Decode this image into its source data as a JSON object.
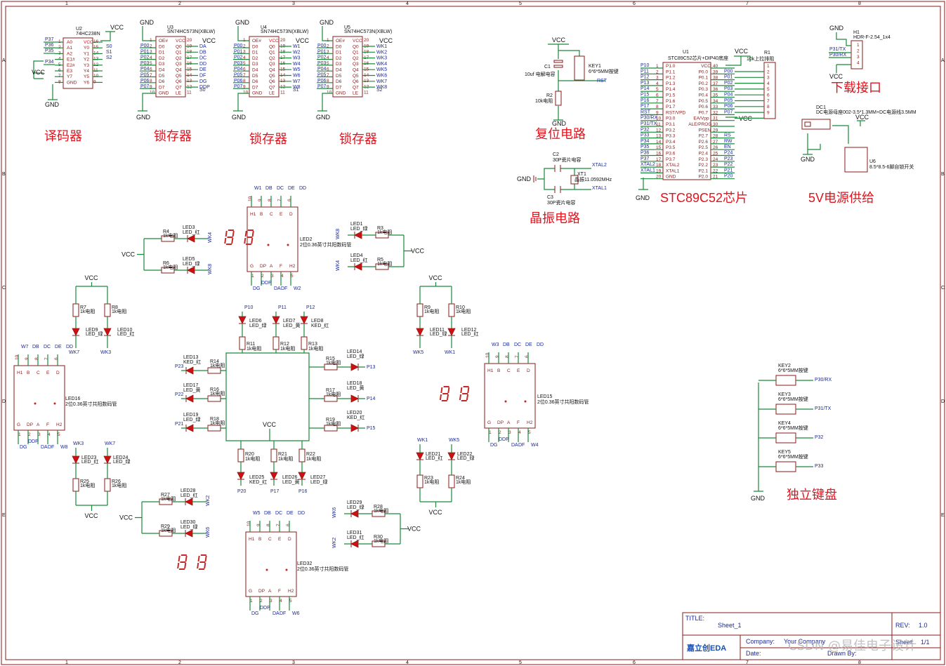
{
  "frame": {
    "cols": [
      "1",
      "2",
      "3",
      "4",
      "5",
      "6",
      "7",
      "8"
    ],
    "rows": [
      "A",
      "B",
      "C",
      "D",
      "E"
    ]
  },
  "section_titles": {
    "decoder": "译码器",
    "latch1": "锁存器",
    "latch2": "锁存器",
    "latch3": "锁存器",
    "reset": "复位电路",
    "crystal": "晶振电路",
    "mcu": "STC89C52芯片",
    "download": "下载接口",
    "power": "5V电源供给",
    "keys": "独立键盘"
  },
  "power": {
    "vcc": "VCC",
    "gnd": "GND"
  },
  "decoder": {
    "ref": "U2",
    "part": "74HC238N",
    "left_pins": [
      "A0",
      "A1",
      "A2",
      "E1#",
      "E2#",
      "E3",
      "Y7",
      "GND"
    ],
    "left_nums": [
      "1",
      "2",
      "3",
      "4",
      "5",
      "6",
      "7",
      "8"
    ],
    "right_pins": [
      "VCC",
      "Y0",
      "Y1",
      "Y2",
      "Y3",
      "Y4",
      "Y5",
      "Y6"
    ],
    "right_nums": [
      "16",
      "15",
      "14",
      "13",
      "12",
      "11",
      "10",
      "9"
    ],
    "in_nets": [
      "P37",
      "P36",
      "P35",
      "",
      "P34"
    ],
    "out_nets": [
      "S0",
      "S1",
      "S2"
    ]
  },
  "latches": [
    {
      "ref": "U3",
      "part": "SN74HC573N(XBLW)",
      "out_nets": [
        "DA",
        "DB",
        "DC",
        "DD",
        "DE",
        "DF",
        "DG",
        "DDP"
      ],
      "le_net": "S0"
    },
    {
      "ref": "U4",
      "part": "SN74HC573N(XBLW)",
      "out_nets": [
        "W1",
        "W2",
        "W3",
        "W4",
        "W5",
        "W6",
        "W7",
        "W8"
      ],
      "le_net": "S1"
    },
    {
      "ref": "U5",
      "part": "SN74HC573N(XBLW)",
      "out_nets": [
        "WK1",
        "WK2",
        "WK3",
        "WK4",
        "WK5",
        "WK6",
        "WK7",
        "WK8"
      ],
      "le_net": "S2"
    }
  ],
  "latch_pins": {
    "left": [
      "OE#",
      "D0",
      "D1",
      "D2",
      "D3",
      "D4",
      "D5",
      "D6",
      "D7",
      "GND"
    ],
    "left_nums": [
      "1",
      "2",
      "3",
      "4",
      "5",
      "6",
      "7",
      "8",
      "9",
      "10"
    ],
    "right": [
      "VCC",
      "Q0",
      "Q1",
      "Q2",
      "Q3",
      "Q4",
      "Q5",
      "Q6",
      "Q7",
      "LE"
    ],
    "right_nums": [
      "20",
      "19",
      "18",
      "17",
      "16",
      "15",
      "14",
      "13",
      "12",
      "11"
    ],
    "in_nets": [
      "P00",
      "P01",
      "P02",
      "P03",
      "P04",
      "P05",
      "P06",
      "P07"
    ]
  },
  "reset": {
    "c1": "C1",
    "c1_val": "10uf 电解电容",
    "r2": "R2",
    "r2_val": "10k电阻",
    "key": "KEY1",
    "key_val": "6*6*5MM按键",
    "net": "RST"
  },
  "crystal": {
    "c2": "C2",
    "c2_val": "30P瓷片电容",
    "c3": "C3",
    "c3_val": "30P瓷片电容",
    "xt": "XT1",
    "xt_val": "晶振11.0592MHz",
    "n1": "XTAL2",
    "n2": "XTAL1"
  },
  "mcu": {
    "ref": "U1",
    "part": "STC89C52芯片+DIP40底座",
    "left_pins": [
      "P1.0",
      "P1.1",
      "P1.2",
      "P1.3",
      "P1.4",
      "P1.5",
      "P1.6",
      "P1.7",
      "RST/VPD",
      "P3.0",
      "P3.1",
      "P3.2",
      "P3.3",
      "P3.4",
      "P3.5",
      "P3.6",
      "P3.7",
      "XTAL2",
      "XTAL1",
      "GND"
    ],
    "left_nets": [
      "P10",
      "P11",
      "P12",
      "P13",
      "P14",
      "P15",
      "P16",
      "P17",
      "RST",
      "P30/RX",
      "P31/TX",
      "P32",
      "P33",
      "P34",
      "P35",
      "P36",
      "P37",
      "XTAL2",
      "XTAL1",
      ""
    ],
    "right_pins": [
      "VCC",
      "P0.0",
      "P0.1",
      "P0.2",
      "P0.3",
      "P0.4",
      "P0.5",
      "P0.6",
      "P0.7",
      "EA/Vpp",
      "ALE/PROG",
      "PSEN",
      "P2.7",
      "P2.6",
      "P2.5",
      "P2.4",
      "P2.3",
      "P2.2",
      "P2.1",
      "P2.0"
    ],
    "right_nums": [
      "40",
      "39",
      "38",
      "37",
      "36",
      "35",
      "34",
      "33",
      "32",
      "31",
      "30",
      "29",
      "28",
      "27",
      "26",
      "25",
      "24",
      "23",
      "22",
      "21"
    ],
    "right_nets": [
      "",
      "P00",
      "P01",
      "P02",
      "P03",
      "P04",
      "P05",
      "P06",
      "P07",
      "",
      "",
      "",
      "RS",
      "RW",
      "EN",
      "P24",
      "P23",
      "P22",
      "P21",
      "P20"
    ]
  },
  "pullup": {
    "ref": "R1",
    "val": "10k上拉排阻",
    "nums": [
      "1",
      "2",
      "3",
      "4",
      "5",
      "6",
      "7",
      "8",
      "9"
    ]
  },
  "download": {
    "ref": "H1",
    "part": "HDR-F-2.54_1x4",
    "nets": [
      "P31/TX",
      "P30/RX"
    ],
    "nums": [
      "1",
      "2",
      "3",
      "4"
    ]
  },
  "dc": {
    "ref": "DC1",
    "part": "DC电源母座002-3.5*1.3MM+DC电源线3.5MM",
    "sw": "U6",
    "sw_val": "8.5*8.5-6脚自锁开关"
  },
  "keys": [
    {
      "ref": "KEY2",
      "val": "6*6*5MM按键",
      "net": "P30/RX"
    },
    {
      "ref": "KEY3",
      "val": "6*6*5MM按键",
      "net": "P31/TX"
    },
    {
      "ref": "KEY4",
      "val": "6*6*5MM按键",
      "net": "P32"
    },
    {
      "ref": "KEY5",
      "val": "6*6*5MM按键",
      "net": "P33"
    }
  ],
  "displays": [
    {
      "ref": "LED2",
      "val": "2位0.36英寸共阳数码管",
      "top": [
        "W1",
        "DB",
        "DC",
        "DE",
        "DD"
      ],
      "bottom": [
        "DG",
        "DDP",
        "DA",
        "DF",
        "W2"
      ]
    },
    {
      "ref": "LED16",
      "val": "2位0.36英寸共阳数码管",
      "top": [
        "W7",
        "DB",
        "DC",
        "DE",
        "DD"
      ],
      "bottom": [
        "DG",
        "DDP",
        "DA",
        "DF",
        "W8"
      ]
    },
    {
      "ref": "LED15",
      "val": "2位0.36英寸共阳数码管",
      "top": [
        "W3",
        "DB",
        "DC",
        "DE",
        "DD"
      ],
      "bottom": [
        "DG",
        "DDP",
        "DA",
        "DF",
        "W4"
      ]
    },
    {
      "ref": "LED32",
      "val": "2位0.36英寸共阳数码管",
      "top": [
        "W5",
        "DB",
        "DC",
        "DE",
        "DD"
      ],
      "bottom": [
        "DG",
        "DDP",
        "DA",
        "DF",
        "W6"
      ]
    }
  ],
  "disp_pins": {
    "top": [
      "10",
      "9",
      "8",
      "7",
      "6"
    ],
    "bottom": [
      "1",
      "2",
      "3",
      "4",
      "5"
    ],
    "top_lbl": [
      "H1",
      "B",
      "C",
      "E",
      "D"
    ],
    "bot_lbl": [
      "G",
      "DP",
      "A",
      "F",
      "H2"
    ]
  },
  "leds": {
    "LED3": "LED_红",
    "LED5": "LED_绿",
    "LED1": "LED_绿",
    "LED4": "LED_红",
    "LED9": "LED_绿",
    "LED10": "LED_红",
    "LED11": "LED_绿",
    "LED12": "LED_红",
    "LED6": "LED_绿",
    "LED7": "LED_黄",
    "LED8": "KED_红",
    "LED13": "KED_红",
    "LED17": "LED_黄",
    "LED19": "LED_绿",
    "LED14": "LED_绿",
    "LED18": "LED_黄",
    "LED20": "KED_红",
    "LED25": "KED_红",
    "LED26": "LED_黄",
    "LED27": "LED_绿",
    "LED23": "LED_红",
    "LED24": "LED_绿",
    "LED21": "LED_红",
    "LED22": "LED_绿",
    "LED28": "LED_红",
    "LED30": "LED_绿",
    "LED29": "LED_绿",
    "LED31": "LED_红"
  },
  "res_val": "1k电阻",
  "title_block": {
    "title_lbl": "TITLE:",
    "title": "Sheet_1",
    "rev_lbl": "REV:",
    "rev": "1.0",
    "company_lbl": "Company:",
    "company": "Your Company",
    "sheet_lbl": "Sheet:",
    "sheet": "1/1",
    "date_lbl": "Date:",
    "drawn_lbl": "Drawn By:",
    "logo": "嘉立创EDA",
    "watermark": "CSDN @易佳电子设计"
  }
}
